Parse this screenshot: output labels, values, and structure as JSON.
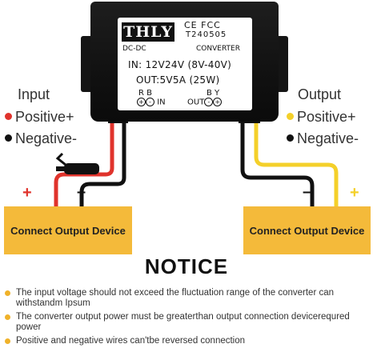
{
  "colors": {
    "red": "#e0332c",
    "yellow": "#f4d02a",
    "black": "#111111",
    "device": "#f4ba3a",
    "bullet": "#f0b22a"
  },
  "module": {
    "brand": "THLY",
    "cert": "CE FCC",
    "model": "T240505",
    "type_left": "DC-DC",
    "type_right": "CONVERTER",
    "spec_in": "IN: 12V24V  (8V-40V)",
    "spec_out": "OUT:5V5A  (25W)",
    "pins_left_top": "R B",
    "pins_left_label": "IN",
    "pins_right_top": "B Y",
    "pins_right_label": "OUT"
  },
  "input": {
    "title": "Input",
    "positive": "Positive+",
    "negative": "Negative-"
  },
  "output": {
    "title": "Output",
    "positive": "Positive+",
    "negative": "Negative-"
  },
  "signs": {
    "plus": "+",
    "minus": "–"
  },
  "devices": {
    "left": "Connect Output Device",
    "right": "Connect Output Device"
  },
  "notice": {
    "title": "NOTICE",
    "items": [
      "The input voltage should not exceed the fluctuation range of the converter can withstandm Ipsum",
      "The converter output power must be greaterthan output connection devicerequred power",
      "Positive and negative wires can'tbe reversed connection"
    ]
  }
}
